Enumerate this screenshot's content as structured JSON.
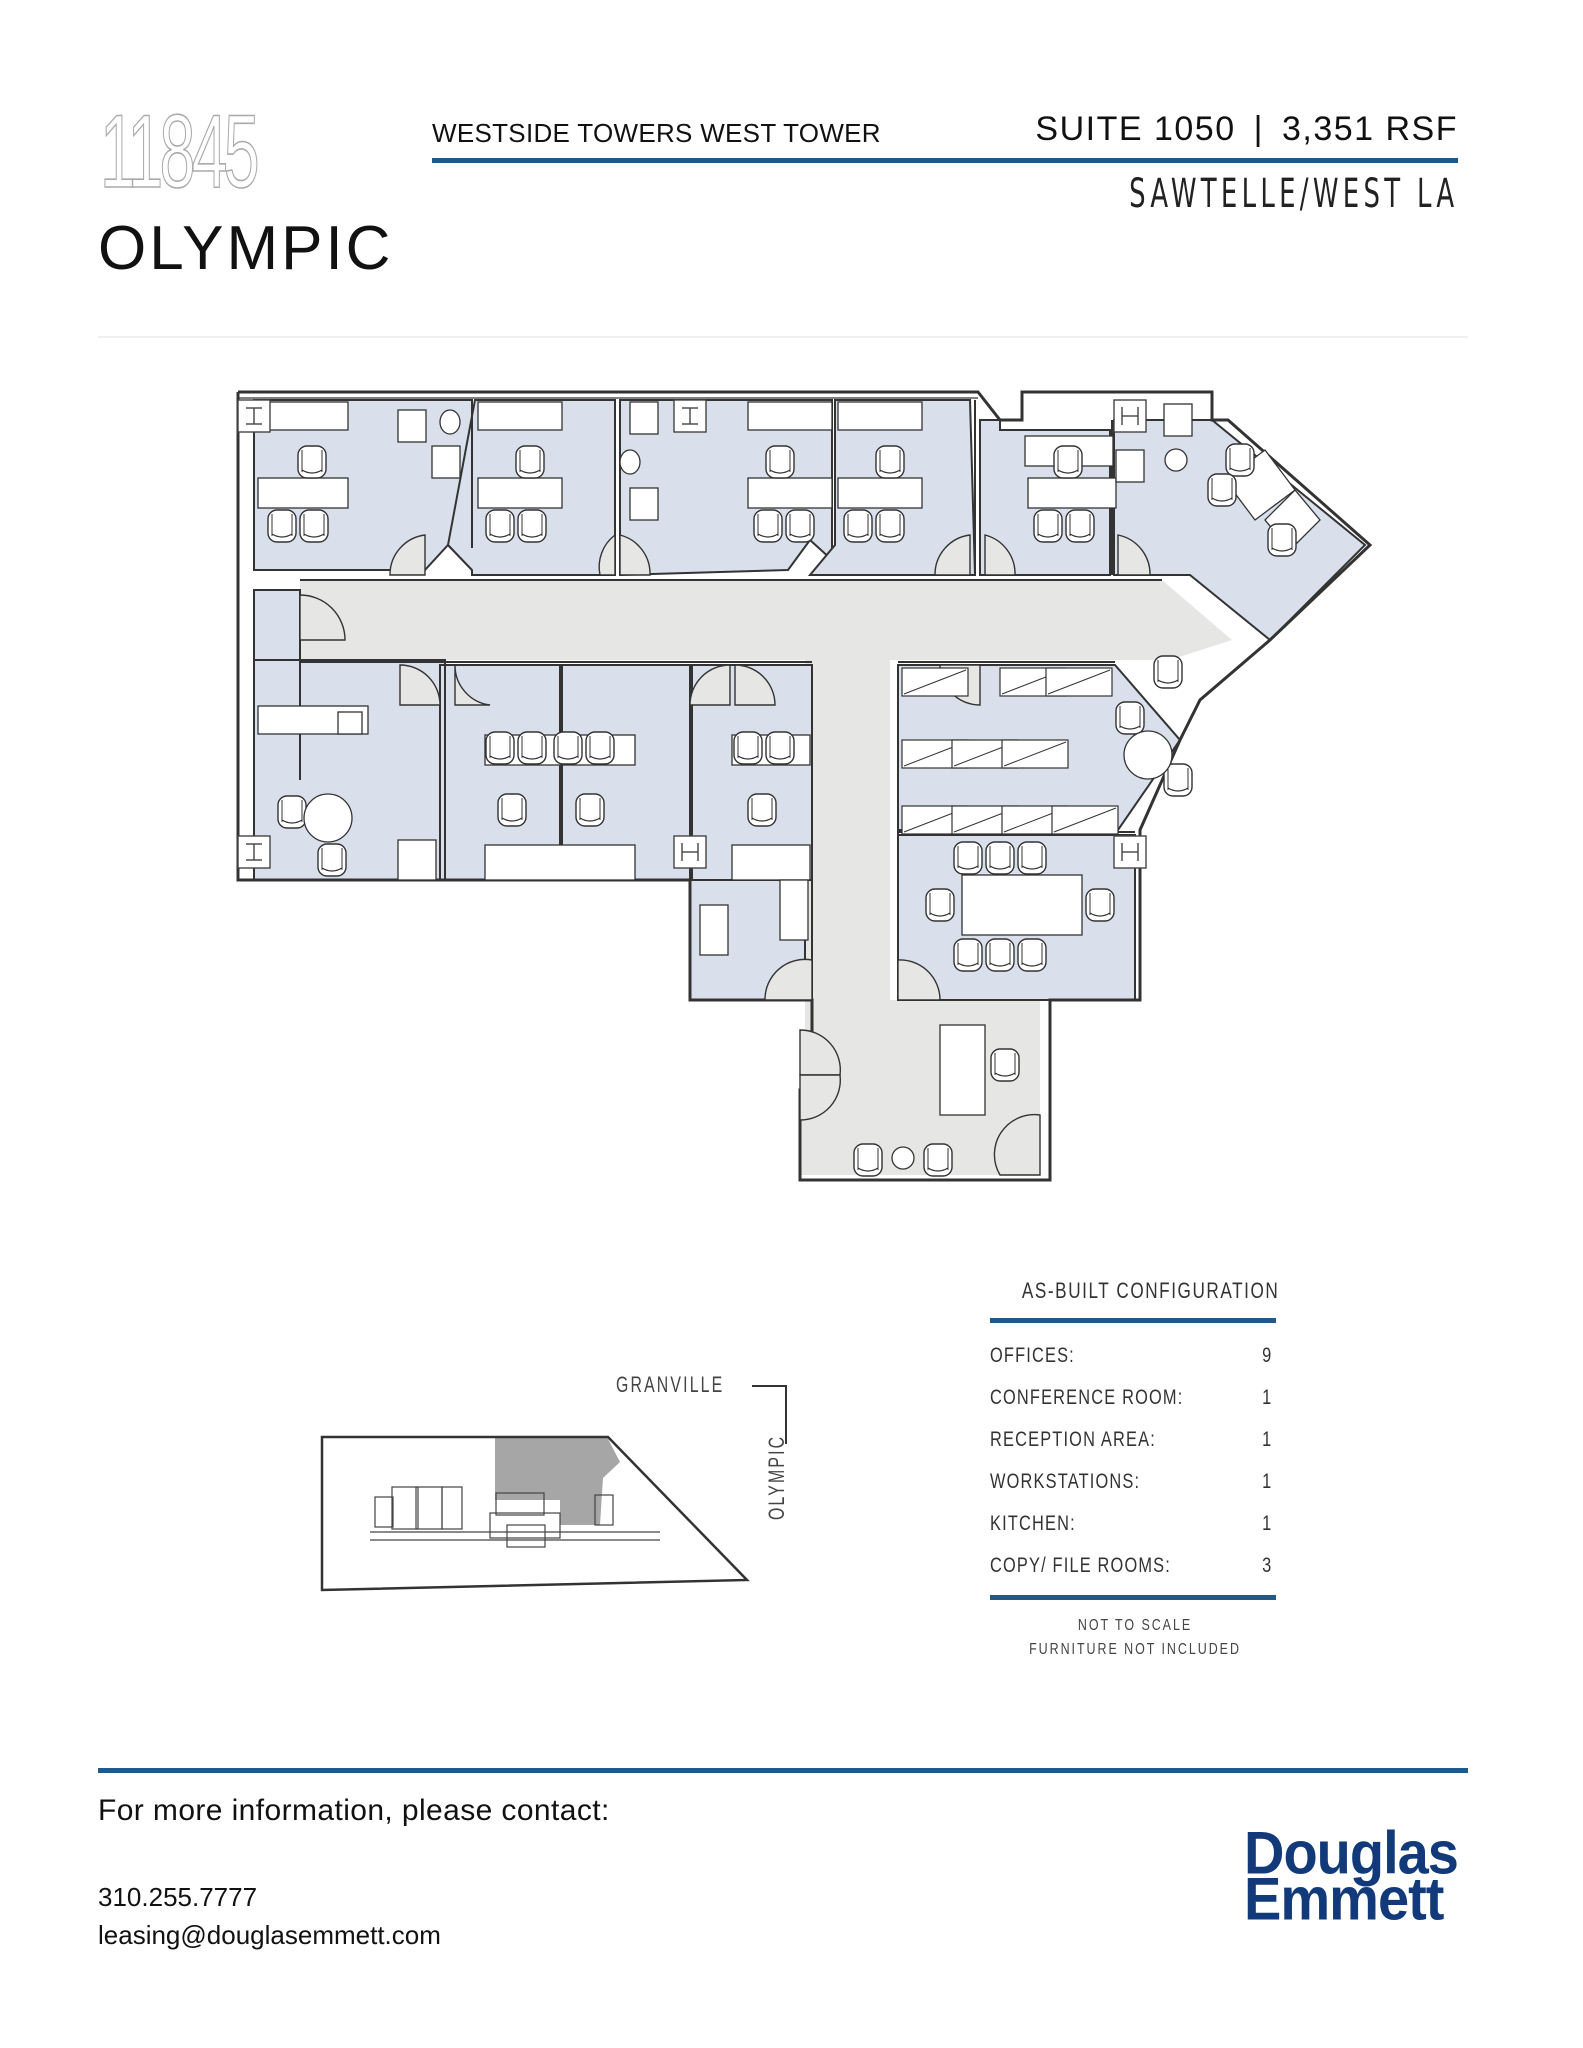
{
  "header": {
    "address_number": "11845",
    "address_street": "OLYMPIC",
    "building_name": "WESTSIDE TOWERS WEST TOWER",
    "suite": "SUITE 1050",
    "separator": "|",
    "area": "3,351 RSF",
    "submarket": "SAWTELLE/WEST LA"
  },
  "floorplan": {
    "colors": {
      "office_fill": "#d9e0ec",
      "corridor_fill": "#e6e6e4",
      "wall": "#333333",
      "furniture": "#ffffff"
    },
    "rooms": [
      {
        "type": "office",
        "count": 9
      },
      {
        "type": "conference-room",
        "count": 1
      },
      {
        "type": "reception-area",
        "count": 1
      },
      {
        "type": "workstation",
        "count": 1
      },
      {
        "type": "kitchen",
        "count": 1
      },
      {
        "type": "copy-file-room",
        "count": 3
      }
    ]
  },
  "key_plan": {
    "street_top": "GRANVILLE",
    "street_side": "OLYMPIC",
    "highlight_color": "#a6a6a6"
  },
  "config": {
    "title": "AS-BUILT CONFIGURATION",
    "rows": [
      {
        "label": "OFFICES:",
        "value": "9"
      },
      {
        "label": "CONFERENCE ROOM:",
        "value": "1"
      },
      {
        "label": "RECEPTION AREA:",
        "value": "1"
      },
      {
        "label": "WORKSTATIONS:",
        "value": "1"
      },
      {
        "label": "KITCHEN:",
        "value": "1"
      },
      {
        "label": "COPY/ FILE ROOMS:",
        "value": "3"
      }
    ],
    "note_line1": "NOT TO SCALE",
    "note_line2": "FURNITURE NOT INCLUDED"
  },
  "footer": {
    "contact_heading": "For more information, please contact:",
    "phone": "310.255.7777",
    "email": "leasing@douglasemmett.com",
    "logo_line1": "Douglas",
    "logo_line2": "Emmett",
    "brand_color": "#123a7a",
    "rule_color": "#1f5a8c"
  }
}
